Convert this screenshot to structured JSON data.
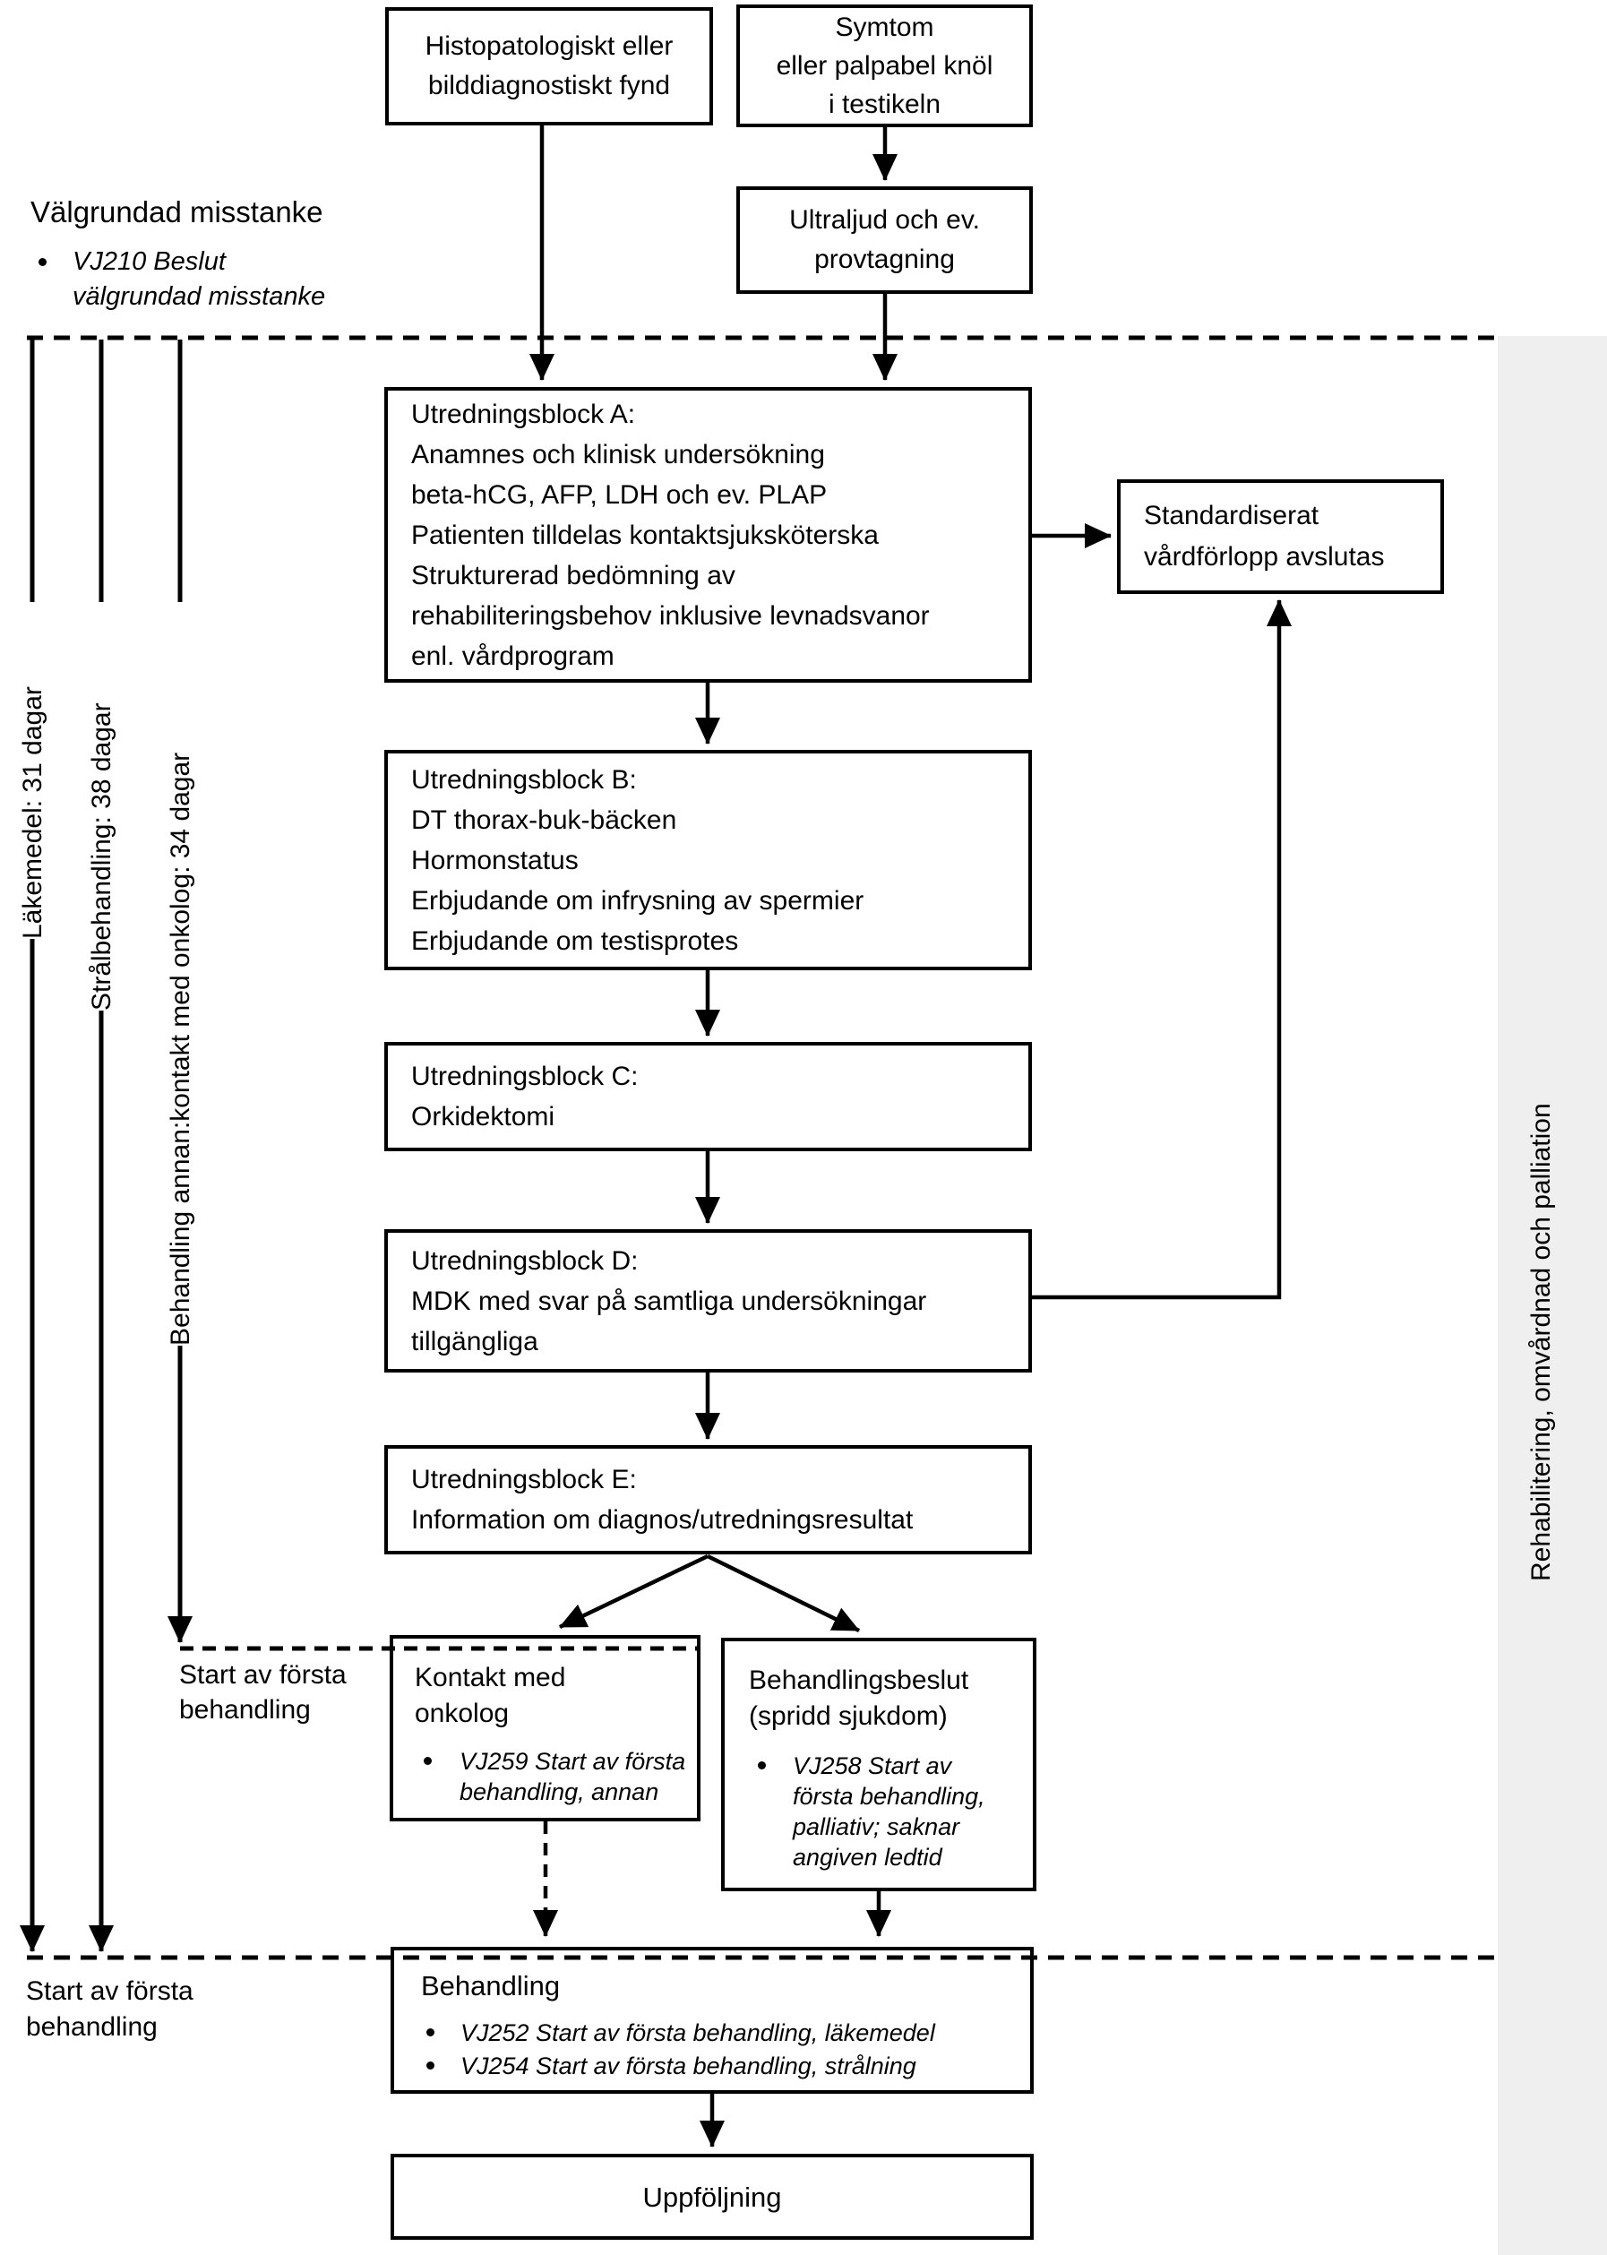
{
  "colors": {
    "background": "#ffffff",
    "band": "#efefef",
    "line": "#000000"
  },
  "side_labels": {
    "valgrundad_heading": "Välgrundad misstanke",
    "valgrundad_bullet": "VJ210 Beslut\nvälgrundad misstanke",
    "timeline_lakemedel": "Läkemedel: 31 dagar",
    "timeline_stralbehandling": "Strålbehandling: 38 dagar",
    "timeline_behandling_annan": "Behandling annan:kontakt med onkolog: 34 dagar",
    "start_first_treatment_mid": "Start av första\nbehandling",
    "start_first_treatment_bottom": "Start av första\nbehandling",
    "rehab_band": "Rehabilitering, omvårdnad och palliation"
  },
  "boxes": {
    "histo": "Histopatologiskt eller\nbilddiagnostiskt fynd",
    "symtom": "Symtom\neller palpabel knöl\ni testikeln",
    "ultraljud": "Ultraljud och ev.\nprovtagning",
    "block_a": "Utredningsblock A:\nAnamnes och klinisk undersökning\nbeta-hCG, AFP, LDH och ev. PLAP\nPatienten tilldelas kontaktsjuksköterska\nStrukturerad bedömning av\nrehabiliteringsbehov inklusive levnadsvanor\nenl. vårdprogram",
    "block_b": "Utredningsblock B:\nDT thorax-buk-bäcken\nHormonstatus\nErbjudande om infrysning av spermier\nErbjudande om testisprotes",
    "block_c": "Utredningsblock C:\nOrkidektomi",
    "block_d": "Utredningsblock D:\nMDK med svar på samtliga undersökningar\ntillgängliga",
    "block_e": "Utredningsblock E:\nInformation om diagnos/utredningsresultat",
    "svf_avslutas": "Standardiserat\nvårdförlopp avslutas",
    "kontakt_title": "Kontakt med\nonkolog",
    "kontakt_bullet": "VJ259 Start av första\nbehandling, annan",
    "beslut_title": "Behandlingsbeslut\n(spridd sjukdom)",
    "beslut_bullet": "VJ258 Start av\nförsta behandling,\npalliativ; saknar\nangiven ledtid",
    "behandling_title": "Behandling",
    "behandling_bullets": [
      "VJ252 Start av första behandling, läkemedel",
      "VJ254 Start av första behandling, strålning"
    ],
    "uppfoljning": "Uppföljning"
  }
}
